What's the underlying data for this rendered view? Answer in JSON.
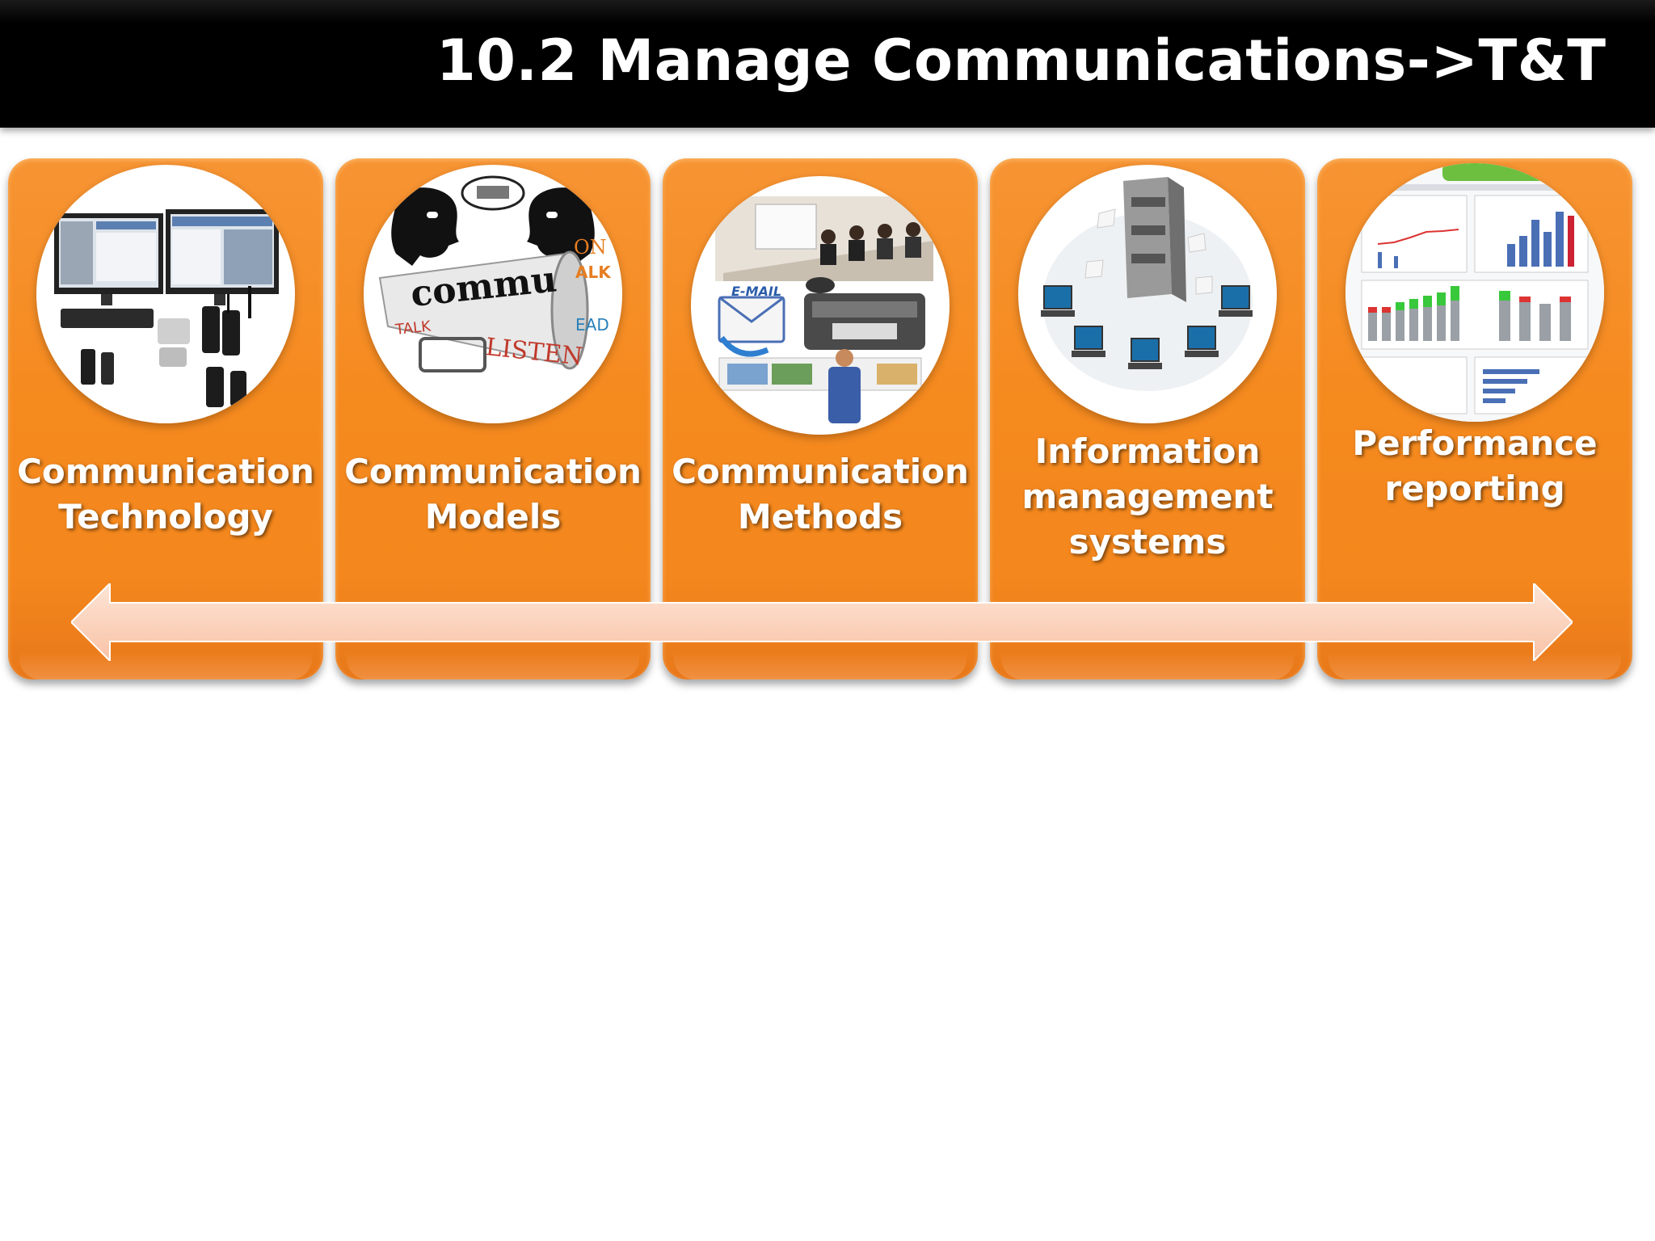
{
  "slide": {
    "title": "10.2 Manage Communications->T&T"
  },
  "cards": [
    {
      "lines": [
        "Communication",
        "Technology"
      ]
    },
    {
      "lines": [
        "Communication",
        "Models"
      ]
    },
    {
      "lines": [
        "Communication",
        "Methods"
      ]
    },
    {
      "lines": [
        "Information",
        "management",
        "systems"
      ]
    },
    {
      "lines": [
        "Performance",
        "reporting"
      ]
    }
  ],
  "colors": {
    "card_orange": "#f58a1f",
    "title_bar": "#000000",
    "arrow": "#fbd0b8"
  },
  "illustrations": [
    "computers-radios-icon",
    "communicate-megaphone-icon",
    "meeting-email-fax-icon",
    "server-network-icon",
    "dashboard-charts-icon"
  ]
}
